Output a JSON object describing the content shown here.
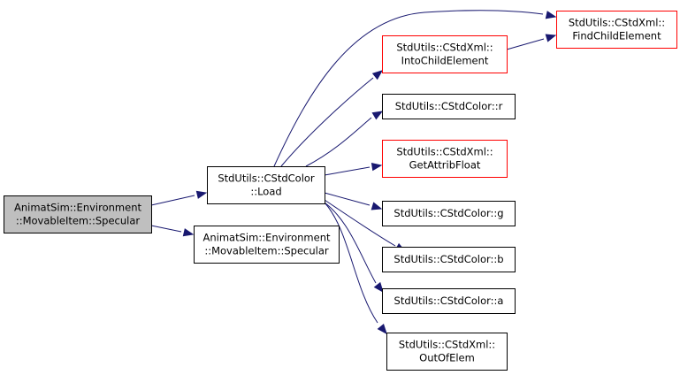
{
  "colors": {
    "edge": "#191970",
    "node_border": "#000000",
    "node_border_link_missing": "#ff0000",
    "node_fill": "#ffffff",
    "root_fill": "#bfbfbf",
    "text": "#000000"
  },
  "nodes": [
    {
      "id": "root",
      "lines": [
        "AnimatSim::Environment",
        "::MovableItem::Specular"
      ],
      "style": "root"
    },
    {
      "id": "color_load",
      "lines": [
        "StdUtils::CStdColor",
        "::Load"
      ],
      "style": "normal"
    },
    {
      "id": "movable_spec",
      "lines": [
        "AnimatSim::Environment",
        "::MovableItem::Specular"
      ],
      "style": "normal"
    },
    {
      "id": "find_child",
      "lines": [
        "StdUtils::CStdXml::",
        "FindChildElement"
      ],
      "style": "red"
    },
    {
      "id": "into_child",
      "lines": [
        "StdUtils::CStdXml::",
        "IntoChildElement"
      ],
      "style": "red"
    },
    {
      "id": "color_r",
      "lines": [
        "StdUtils::CStdColor::r"
      ],
      "style": "normal"
    },
    {
      "id": "get_attrib",
      "lines": [
        "StdUtils::CStdXml::",
        "GetAttribFloat"
      ],
      "style": "red"
    },
    {
      "id": "color_g",
      "lines": [
        "StdUtils::CStdColor::g"
      ],
      "style": "normal"
    },
    {
      "id": "color_b",
      "lines": [
        "StdUtils::CStdColor::b"
      ],
      "style": "normal"
    },
    {
      "id": "color_a",
      "lines": [
        "StdUtils::CStdColor::a"
      ],
      "style": "normal"
    },
    {
      "id": "out_of_elem",
      "lines": [
        "StdUtils::CStdXml::",
        "OutOfElem"
      ],
      "style": "normal"
    }
  ],
  "edges": [
    {
      "from": "root",
      "to": "color_load"
    },
    {
      "from": "root",
      "to": "movable_spec"
    },
    {
      "from": "color_load",
      "to": "find_child"
    },
    {
      "from": "color_load",
      "to": "into_child"
    },
    {
      "from": "color_load",
      "to": "color_r"
    },
    {
      "from": "color_load",
      "to": "get_attrib"
    },
    {
      "from": "color_load",
      "to": "color_g"
    },
    {
      "from": "color_load",
      "to": "color_b"
    },
    {
      "from": "color_load",
      "to": "color_a"
    },
    {
      "from": "color_load",
      "to": "out_of_elem"
    },
    {
      "from": "into_child",
      "to": "find_child"
    }
  ]
}
